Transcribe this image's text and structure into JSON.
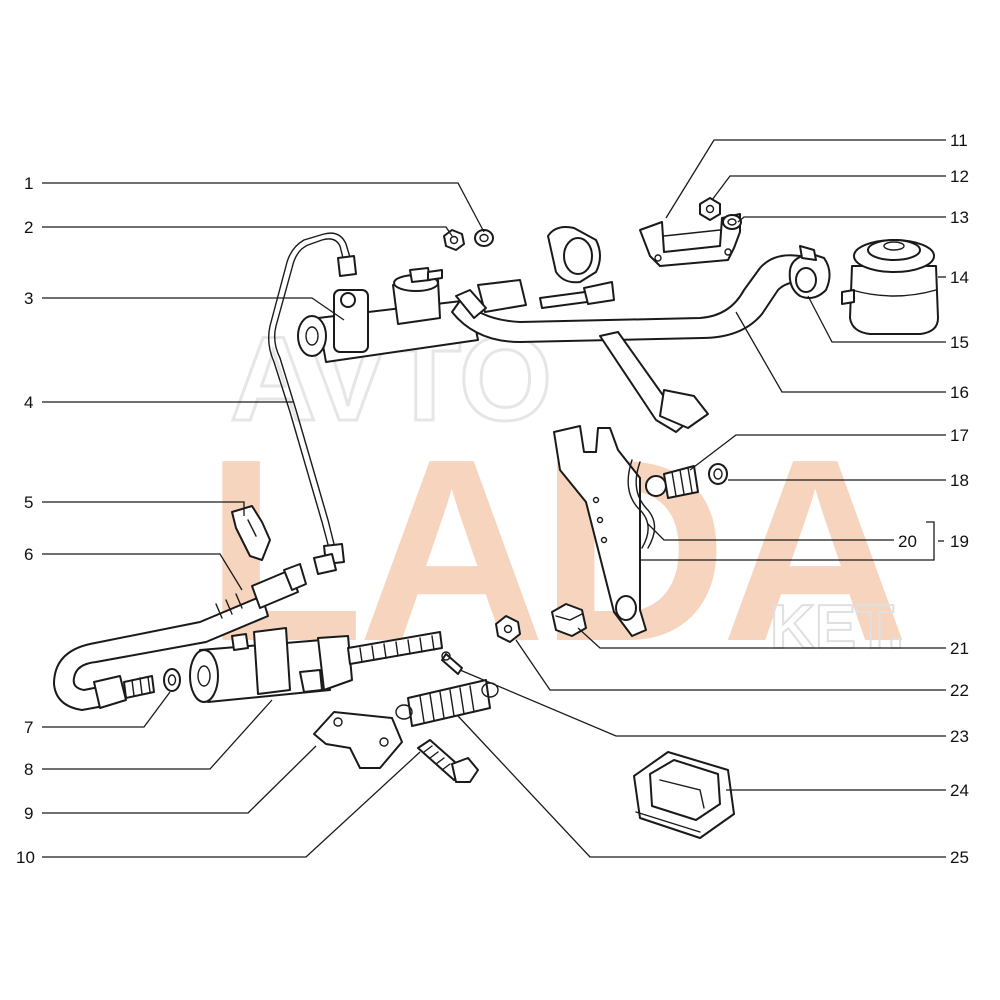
{
  "watermark": {
    "logo_text": "LADA",
    "suffix_text": "KET.",
    "upper_text": "AVTO",
    "color": "#f6cdb2"
  },
  "callouts": {
    "n1": "1",
    "n2": "2",
    "n3": "3",
    "n4": "4",
    "n5": "5",
    "n6": "6",
    "n7": "7",
    "n8": "8",
    "n9": "9",
    "n10": "10",
    "n11": "11",
    "n12": "12",
    "n13": "13",
    "n14": "14",
    "n15": "15",
    "n16": "16",
    "n17": "17",
    "n18": "18",
    "n19": "19",
    "n20": "20",
    "n21": "21",
    "n22": "22",
    "n23": "23",
    "n24": "24",
    "n25": "25"
  },
  "colors": {
    "ink": "#1a1a1a",
    "background": "#ffffff"
  }
}
